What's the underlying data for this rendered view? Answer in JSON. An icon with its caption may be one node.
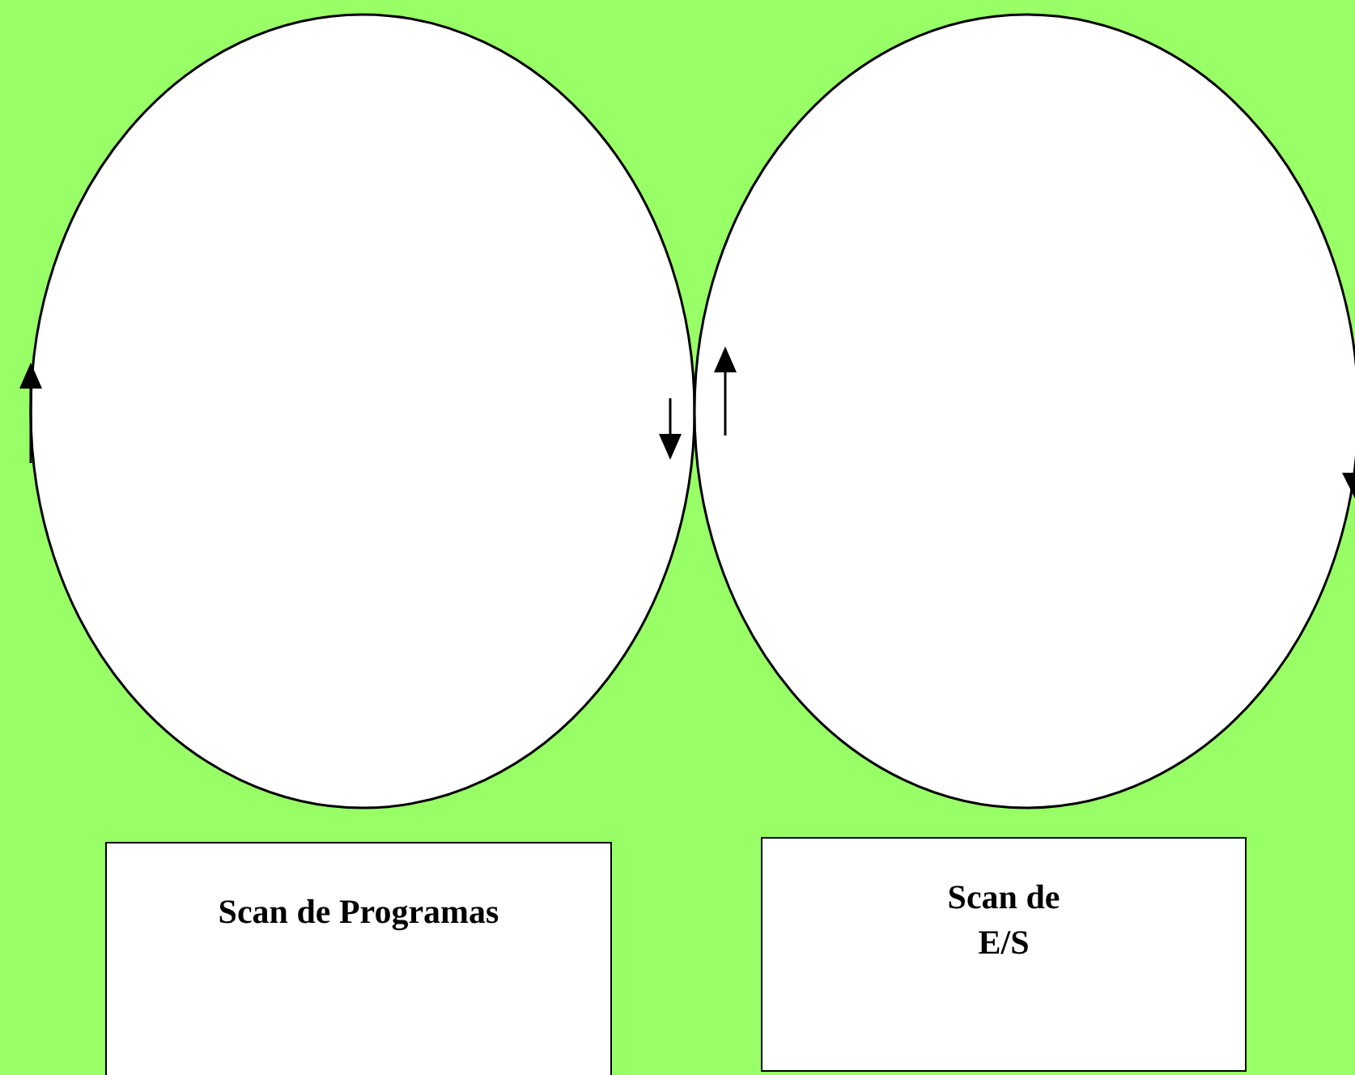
{
  "diagram": {
    "nodes": [
      {
        "text": [],
        "shape": "circle"
      },
      {
        "text": [],
        "shape": "circle"
      },
      {
        "text": [
          "Scan de Programas"
        ]
      },
      {
        "text": [
          "Scan de E/S"
        ]
      }
    ],
    "edges": []
  }
}
